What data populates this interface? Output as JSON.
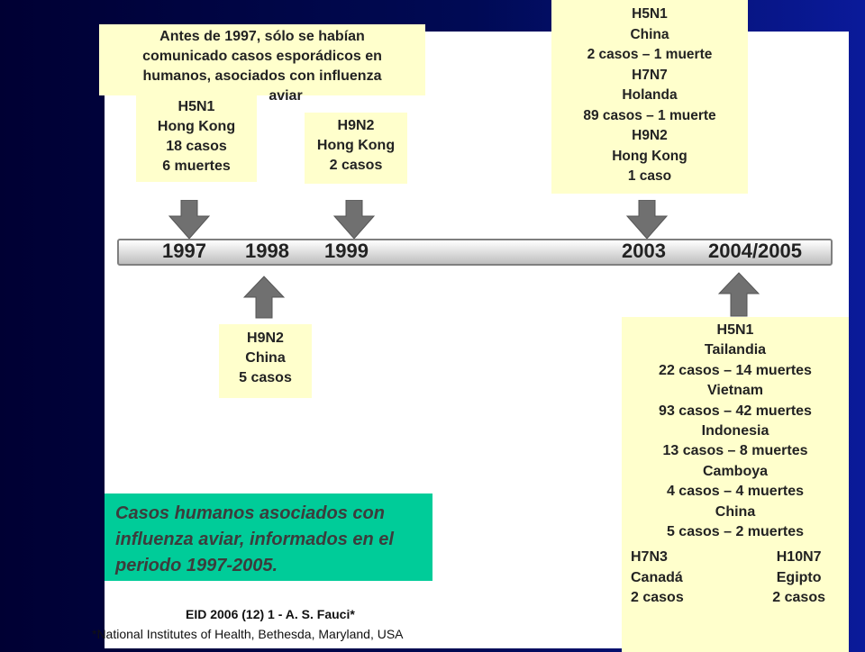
{
  "intro_note": [
    "Antes de 1997, sólo se habían",
    "comunicado casos esporádicos en",
    "humanos, asociados con influenza",
    "aviar"
  ],
  "timeline": {
    "years": [
      "1997",
      "1998",
      "1999",
      "2003",
      "2004/2005"
    ]
  },
  "events": {
    "e1997": [
      "H5N1",
      "Hong Kong",
      "18 casos",
      "6 muertes"
    ],
    "e1999": [
      "H9N2",
      "Hong Kong",
      "2 casos"
    ],
    "e1998": [
      "H9N2",
      "China",
      "5 casos"
    ],
    "e2003": [
      "H5N1",
      "China",
      "2 casos – 1 muerte",
      "H7N7",
      "Holanda",
      "89 casos – 1 muerte",
      "H9N2",
      "Hong Kong",
      "1 caso"
    ],
    "e2004": [
      "H5N1",
      "Tailandia",
      "22 casos – 14 muertes",
      "Vietnam",
      "93 casos – 42 muertes",
      "Indonesia",
      "13 casos – 8 muertes",
      "Camboya",
      "4 casos – 4 muertes",
      "China",
      "5 casos – 2 muertes"
    ],
    "e2004_left": [
      "H7N3",
      "Canadá",
      "2 casos"
    ],
    "e2004_right": [
      "H10N7",
      "Egipto",
      "2 casos"
    ]
  },
  "caption": "Casos humanos asociados con influenza aviar, informados en el periodo 1997-2005.",
  "source": {
    "citation": "EID 2006 (12) 1 - A. S. Fauci*",
    "affiliation": "*National Institutes of Health, Bethesda, Maryland, USA"
  },
  "colors": {
    "note_box": "#ffffcc",
    "caption_box": "#00cc99",
    "arrow": "#707070",
    "background": "#000a55"
  }
}
